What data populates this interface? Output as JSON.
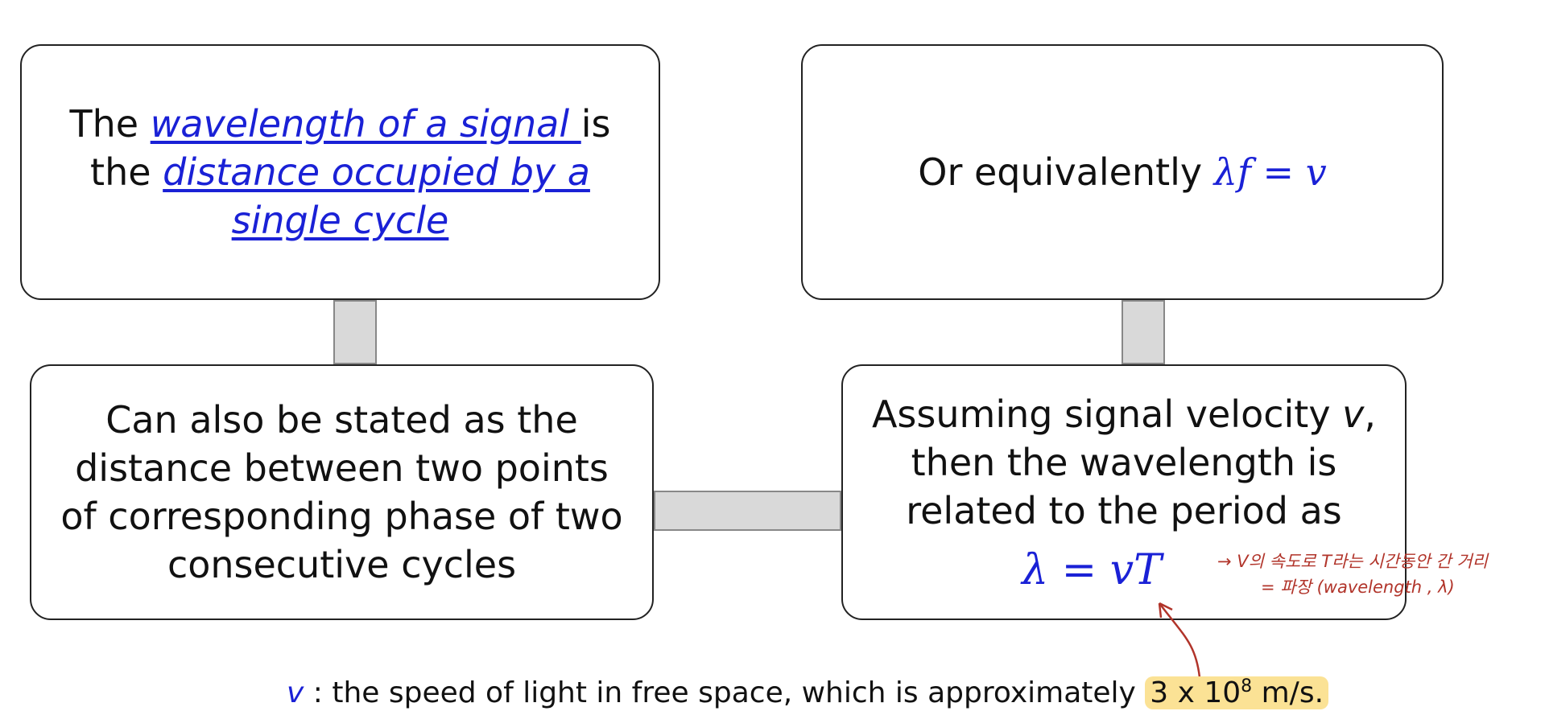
{
  "boxes": {
    "wavelength": {
      "text_before": "The ",
      "term1": "wavelength of a signal ",
      "text_mid": "is the ",
      "term2": "distance occupied by a single cycle"
    },
    "equivalently": {
      "text": "Or equivalently ",
      "formula": "λf = v"
    },
    "stated": {
      "text": "Can also be stated as the distance between two points of corresponding phase of two consecutive cycles"
    },
    "assuming": {
      "text_before": "Assuming signal velocity ",
      "var": "v",
      "text_after": ", then the wavelength is related to the period  as",
      "formula": "λ = vT"
    }
  },
  "annotation": {
    "line1": "→ V의 속도로 T라는 시간동안 간 거리",
    "line2": "= 파장 (wavelength , λ)"
  },
  "footnote": {
    "var": "v",
    "text": " : the speed of light in free space, which is approximately ",
    "value": "3 x 10",
    "exponent": "8",
    "unit": " m/s."
  },
  "colors": {
    "accent_blue": "#1a21d6",
    "annotation_red": "#b1342a",
    "highlight_yellow": "#fbe295",
    "connector_gray": "#d9d9d9"
  }
}
